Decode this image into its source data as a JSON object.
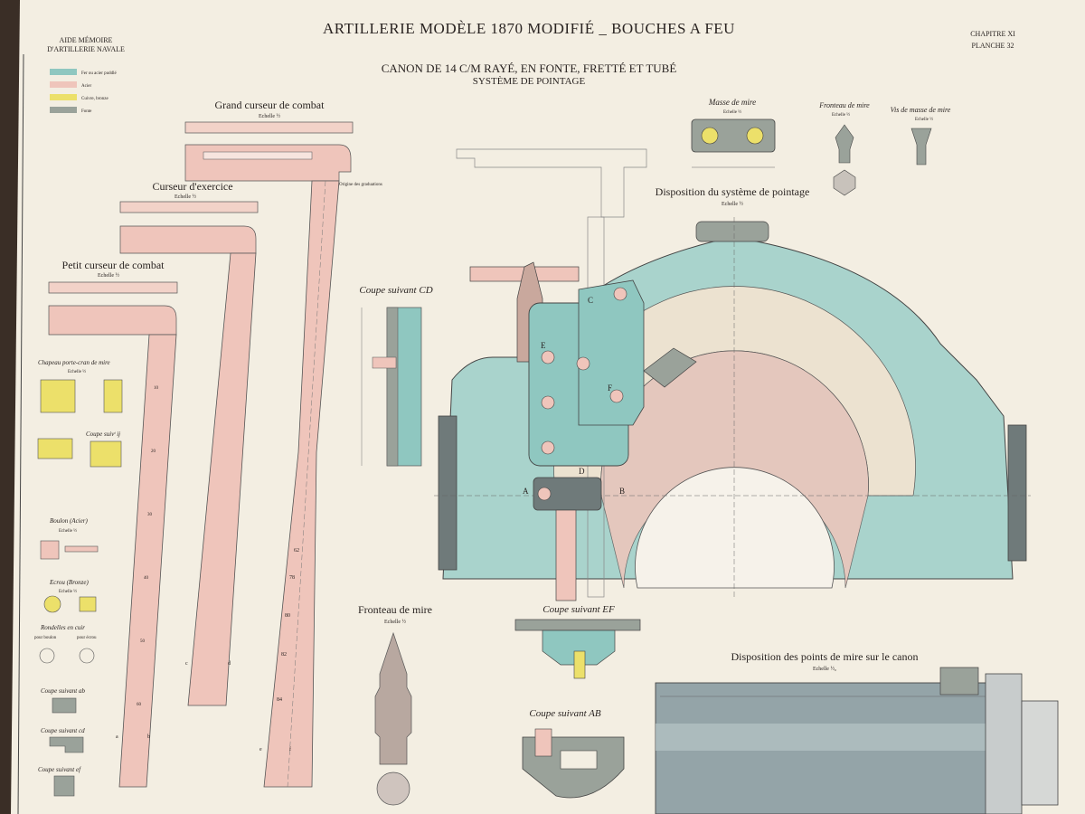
{
  "header": {
    "title": "ARTILLERIE MODÈLE 1870 MODIFIÉ _ BOUCHES A FEU",
    "left_line1": "AIDE MÉMOIRE",
    "left_line2": "D'ARTILLERIE NAVALE",
    "right_line1": "CHAPITRE XI",
    "right_line2": "PLANCHE 32",
    "subtitle1": "CANON DE 14 C/M RAYÉ, EN FONTE, FRETTÉ ET TUBÉ",
    "subtitle2": "SYSTÈME DE POINTAGE"
  },
  "legend": [
    {
      "label": "Fer ou acier puddlé",
      "color": "#8fc7c0"
    },
    {
      "label": "Acier",
      "color": "#efc5bb"
    },
    {
      "label": "Cuivre, bronze",
      "color": "#ece06a"
    },
    {
      "label": "Fonte",
      "color": "#9aa29a"
    }
  ],
  "labels": {
    "grand_curseur": "Grand curseur de combat",
    "grand_curseur_scale": "Echelle ½",
    "curseur_exercice": "Curseur d'exercice",
    "curseur_exercice_scale": "Echelle ½",
    "petit_curseur": "Petit curseur de combat",
    "petit_curseur_scale": "Echelle ½",
    "origine_grad": "Origine des graduations",
    "chapeau": "Chapeau porte-cran de mire",
    "chapeau_scale": "Echelle ½",
    "coupe_ij": "Coupe suivᵗ ij",
    "boulon": "Boulon (Acier)",
    "boulon_scale": "Echelle ½",
    "ecrou": "Ecrou (Bronze)",
    "ecrou_scale": "Echelle ½",
    "rondelles": "Rondelles en cuir",
    "pour_boulon": "pour boulon",
    "pour_ecrou": "pour écrou",
    "coupe_ab": "Coupe suivant ab",
    "coupe_cd_small": "Coupe suivant cd",
    "coupe_ef_small": "Coupe suivant ef",
    "coupe_CD": "Coupe suivant CD",
    "fronteau_big": "Fronteau de mire",
    "fronteau_big_scale": "Echelle ½",
    "coupe_EF": "Coupe suivant EF",
    "coupe_AB": "Coupe suivant AB",
    "masse_mire": "Masse de mire",
    "masse_scale": "Echelle ½",
    "fronteau_small": "Fronteau de mire",
    "fronteau_small_scale": "Echelle ½",
    "vis_masse": "Vis de masse de mire",
    "vis_scale": "Echelle ½",
    "disposition_systeme": "Disposition du système de pointage",
    "disposition_systeme_scale": "Echelle ½",
    "disposition_points": "Disposition des points de mire sur le canon",
    "disposition_points_scale": "Echelle ½₀",
    "letter_A": "A",
    "letter_B": "B",
    "letter_C": "C",
    "letter_D": "D",
    "letter_E": "E",
    "letter_F": "F",
    "letter_a": "a",
    "letter_b": "b",
    "letter_c": "c",
    "letter_d": "d",
    "letter_e": "e",
    "letter_f": "f"
  },
  "ruler_marks": {
    "grand": [
      "62",
      "78",
      "80",
      "82",
      "84"
    ],
    "small": [
      "10",
      "20",
      "30",
      "40",
      "50",
      "60"
    ]
  },
  "colors": {
    "paper": "#f3eee2",
    "steel": "#efc5bb",
    "iron": "#8fc7c0",
    "bronze": "#ece06a",
    "castiron": "#9aa29a",
    "ink": "#2a2422"
  }
}
